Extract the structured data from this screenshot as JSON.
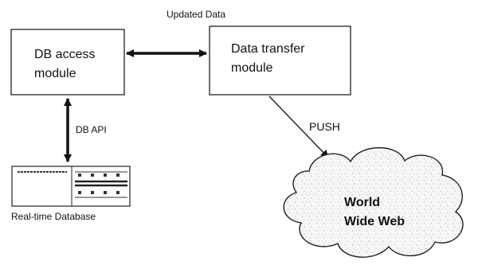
{
  "diagram": {
    "db_access_module": {
      "line1": "DB access",
      "line2": "module"
    },
    "data_transfer_module": {
      "line1": "Data transfer",
      "line2": "module"
    },
    "updated_data_label": "Updated Data",
    "db_api_label": "DB API",
    "push_label": "PUSH",
    "realtime_database_label": "Real-time Database",
    "web_cloud": {
      "line1": "World",
      "line2": "Wide Web"
    }
  }
}
